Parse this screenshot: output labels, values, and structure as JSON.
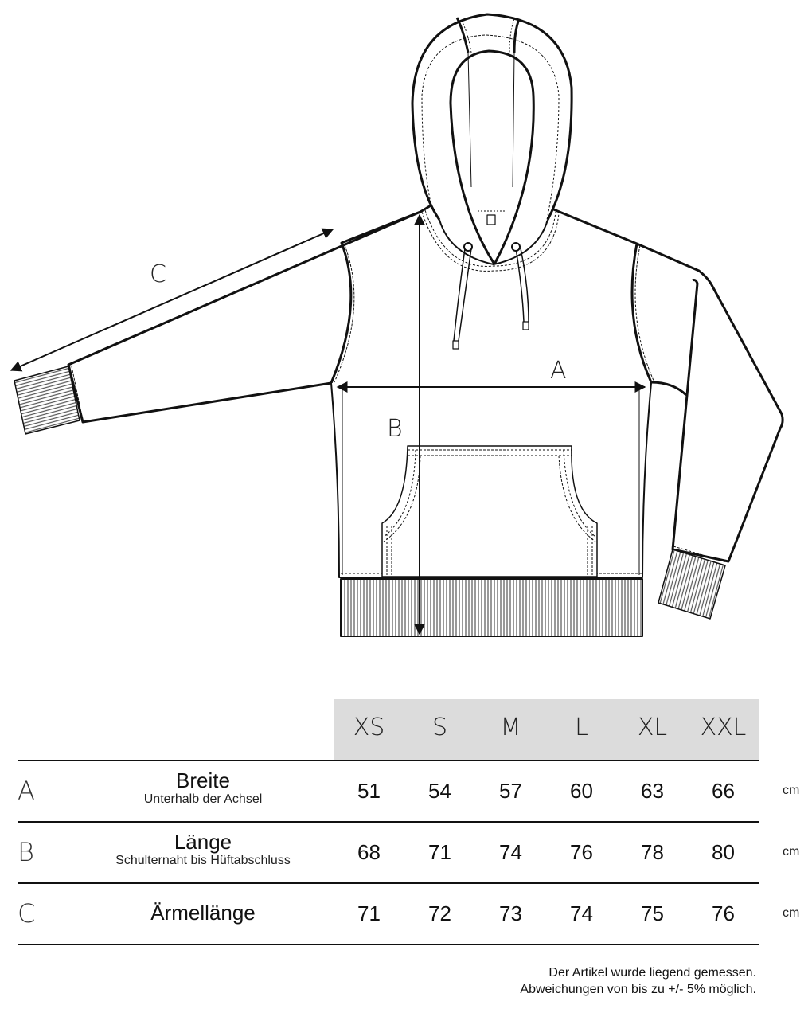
{
  "diagram": {
    "subject": "hoodie-technical-flat",
    "measure_labels": {
      "A": "A",
      "B": "B",
      "C": "C"
    }
  },
  "table": {
    "sizes": [
      "XS",
      "S",
      "M",
      "L",
      "XL",
      "XXL"
    ],
    "header_bg": "#dcdcdc",
    "rows": [
      {
        "letter": "A",
        "title": "Breite",
        "subtitle": "Unterhalb der Achsel",
        "values": [
          "51",
          "54",
          "57",
          "60",
          "63",
          "66"
        ],
        "unit": "cm"
      },
      {
        "letter": "B",
        "title": "Länge",
        "subtitle": "Schulternaht bis Hüftabschluss",
        "values": [
          "68",
          "71",
          "74",
          "76",
          "78",
          "80"
        ],
        "unit": "cm"
      },
      {
        "letter": "C",
        "title": "Ärmellänge",
        "subtitle": "",
        "values": [
          "71",
          "72",
          "73",
          "74",
          "75",
          "76"
        ],
        "unit": "cm"
      }
    ]
  },
  "footnote": {
    "line1": "Der Artikel wurde liegend gemessen.",
    "line2": "Abweichungen von bis zu +/- 5% möglich."
  }
}
